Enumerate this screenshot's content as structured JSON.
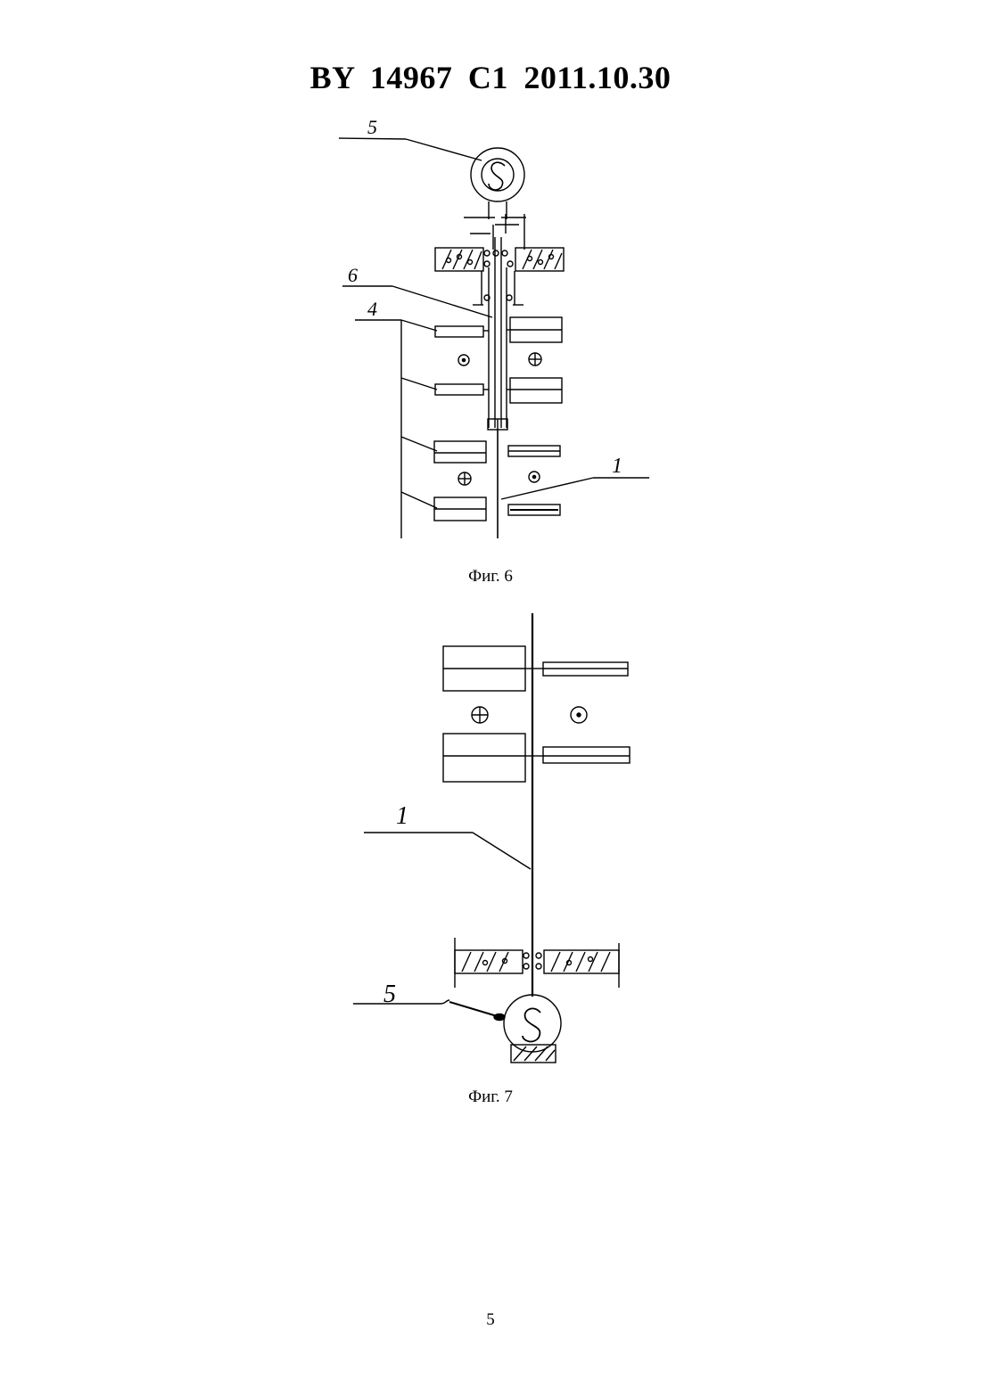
{
  "header": {
    "title": "BY 14967 C1 2011.10.30"
  },
  "figure6": {
    "caption": "Фиг. 6",
    "labels": {
      "pipe": "1",
      "stand": "4",
      "coil": "5",
      "tube": "6"
    }
  },
  "figure7": {
    "caption": "Фиг. 7",
    "labels": {
      "pipe": "1",
      "coil": "5"
    }
  },
  "footer": {
    "page_number": "5"
  }
}
